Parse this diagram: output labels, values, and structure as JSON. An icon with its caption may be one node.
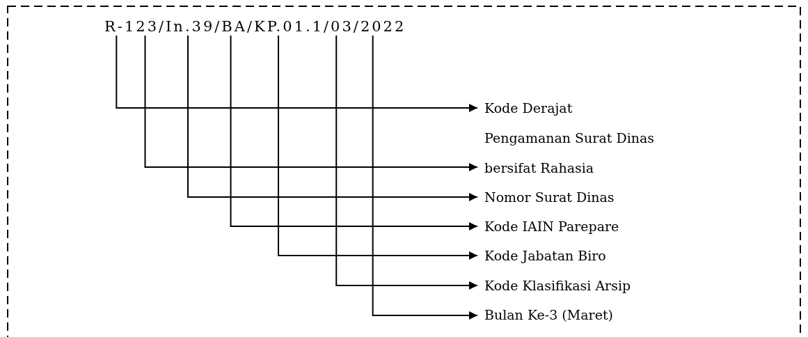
{
  "diagram": {
    "nodes": [
      {
        "text": [
          "R-123/In.39/BA/KP.01.1/03/2022"
        ]
      },
      {
        "text": [
          "Kode Derajat Pengamanan Surat Dinas bersifat Rahasia"
        ]
      },
      {
        "text": [
          "Nomor Surat Dinas"
        ]
      },
      {
        "text": [
          "Kode IAIN Parepare"
        ]
      },
      {
        "text": [
          "Kode Jabatan Biro"
        ]
      },
      {
        "text": [
          "Kode Klasifikasi Arsip"
        ]
      },
      {
        "text": [
          "Bulan Ke-3 (Maret)"
        ]
      }
    ],
    "edges": [
      {
        "from": 0,
        "to": 1,
        "arrow": "to"
      },
      {
        "from": 0,
        "to": 1,
        "arrow": "to"
      },
      {
        "from": 0,
        "to": 2,
        "arrow": "to"
      },
      {
        "from": 0,
        "to": 3,
        "arrow": "to"
      },
      {
        "from": 0,
        "to": 4,
        "arrow": "to"
      },
      {
        "from": 0,
        "to": 5,
        "arrow": "to"
      },
      {
        "from": 0,
        "to": 6,
        "arrow": "to"
      }
    ]
  }
}
